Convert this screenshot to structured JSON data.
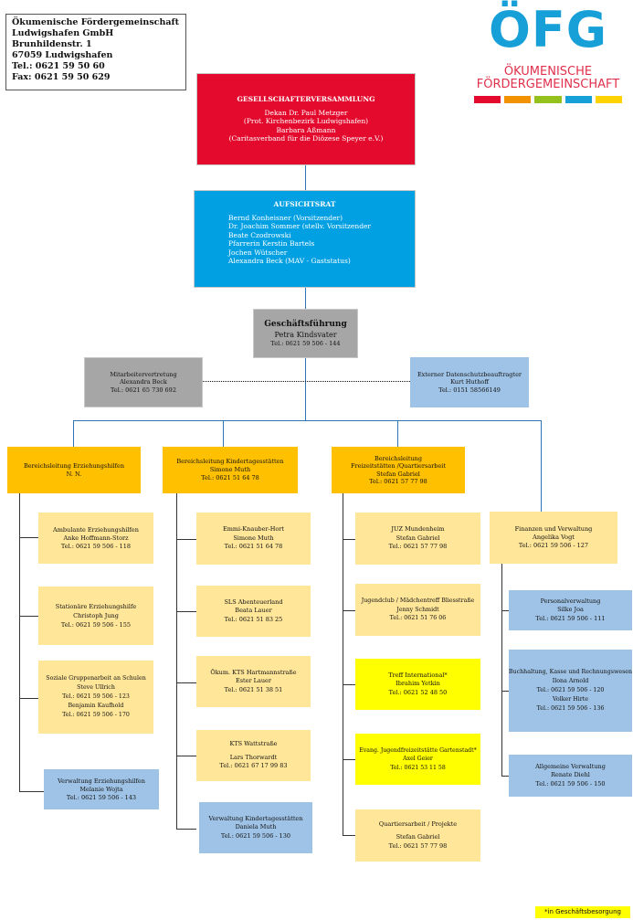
{
  "address": {
    "lines": [
      "Ökumenische Fördergemeinschaft",
      "Ludwigshafen GmbH",
      "Brunhildenstr. 1",
      "67059 Ludwigshafen",
      "Tel.: 0621 59 50 60",
      "Fax: 0621 59 50 629"
    ]
  },
  "logo": {
    "word": "ÖFG",
    "sub1": "ÖKUMENISCHE",
    "sub2": "FÖRDERGEMEINSCHAFT",
    "stripe_colors": [
      "#e30a2d",
      "#f39200",
      "#95c11f",
      "#17a0d8",
      "#ffd200"
    ]
  },
  "colors": {
    "red": "#e30a2d",
    "blue": "#00a0e3",
    "gray": "#a6a6a6",
    "light_blue": "#9fc3e6",
    "orange": "#ffc000",
    "light_orange": "#ffe699",
    "yellow": "#ffff00",
    "connector": "#2e75b6"
  },
  "gesellschafter": {
    "title": "GESELLSCHAFTERVERSAMMLUNG",
    "lines": [
      "Dekan Dr. Paul Metzger",
      "(Prot. Kirchenbezirk Ludwigshafen)",
      "Barbara Aßmann",
      "(Caritasverband für die Diözese Speyer e.V.)"
    ]
  },
  "aufsichtsrat": {
    "title": "AUFSICHTSRAT",
    "lines": [
      "Bernd Konheisner (Vorsitzender)",
      "Dr. Joachim Sommer (stellv. Vorsitzender",
      "Beate Czodrowski",
      "Pfarrerin Kerstin Bartels",
      "Jochen Wütscher",
      "Alexandra Beck (MAV - Gaststatus)"
    ]
  },
  "geschaeftsfuehrung": {
    "title": "Geschäftsführung",
    "name": "Petra Kindsvater",
    "tel": "Tel.: 0621 59 506 - 144"
  },
  "mav": {
    "title": "Mitarbeitervertretung",
    "name": "Alexandra Beck",
    "tel": "Tel.: 0621 65 730 692"
  },
  "datenschutz": {
    "title": "Externer Datenschutzbeauftragter",
    "name": "Kurt Huthoff",
    "tel": "Tel.: 0151 58566149"
  },
  "bereich_ez": {
    "title": "Bereichsleitung Erziehungshilfen",
    "name": "N. N."
  },
  "bereich_kita": {
    "title": "Bereichsleitung Kindertagesstätten",
    "name": "Simone Muth",
    "tel": "Tel.: 0621 51 64 78"
  },
  "bereich_frei": {
    "title1": "Bereichsleitung",
    "title2": "Freizeitstätten /Quartiersarbeit",
    "name": "Stefan Gabriel",
    "tel": "Tel.: 0621 57 77 98"
  },
  "finanzen": {
    "title": "Finanzen und Verwaltung",
    "name": "Angelika Vogt",
    "tel": "Tel.: 0621 59 506 - 127"
  },
  "col_ez": [
    {
      "title": "Ambulante Erziehungshilfen",
      "name": "Anke Hoffmann-Storz",
      "tel": "Tel.: 0621 59 506 - 118"
    },
    {
      "title": "Stationäre Erziehungshilfe",
      "name": "Christoph Jung",
      "tel": "Tel.: 0621 59 506 - 155"
    },
    {
      "title": "Soziale Gruppenarbeit an Schulen",
      "name": "Steve Ullrich",
      "tel": "Tel.: 0621 59 506 - 123",
      "name2": "Benjamin Kaufhold",
      "tel2": "Tel.: 0621 59 506 - 170"
    },
    {
      "title": "Verwaltung Erziehungshilfen",
      "name": "Melanie Wojta",
      "tel": "Tel.: 0621 59 506 - 143"
    }
  ],
  "col_kita": [
    {
      "title": "Emmi-Knauber-Hort",
      "name": "Simone Muth",
      "tel": "Tel.: 0621 51 64 78"
    },
    {
      "title": "SLS Abenteuerland",
      "name": "Beata Lauer",
      "tel": "Tel.: 0621 51 83 25"
    },
    {
      "title": "Ökum. KTS Hartmannstraße",
      "name": "Ester Lauer",
      "tel": "Tel.: 0621 51 38 51"
    },
    {
      "title": "KTS Wattstraße",
      "name": "Lars Thorwardt",
      "tel": "Tel.: 0621 67 17 99 83"
    },
    {
      "title": "Verwaltung Kindertagesstätten",
      "name": "Daniela Muth",
      "tel": "Tel.: 0621 59 506 - 130"
    }
  ],
  "col_frei": [
    {
      "title": "JUZ Mundenheim",
      "name": "Stefan Gabriel",
      "tel": "Tel.: 0621 57 77 98"
    },
    {
      "title": "Jugendclub / Mädchentreff Bliesstraße",
      "name": "Jenny Schmidt",
      "tel": "Tel.: 0621 51 76 06"
    },
    {
      "title": "Treff International*",
      "name": "Ibrahim Yetkin",
      "tel": "Tel.: 0621 52 48 50"
    },
    {
      "title": "Evang. Jugendfreizeitstätte Gartenstadt*",
      "name": "Axel Geier",
      "tel": "Tel.: 0621 53 11 58"
    },
    {
      "title": "Quartiersarbeit / Projekte",
      "name": "Stefan Gabriel",
      "tel": "Tel.: 0621 57 77 98"
    }
  ],
  "col_fin": [
    {
      "title": "Personalverwaltung",
      "name": "Silke Joa",
      "tel": "Tel.: 0621 59 506 - 111"
    },
    {
      "title": "Buchhaltung, Kasse und Rechnungswesen",
      "name": "Ilona Arnold",
      "tel": "Tel.: 0621 59 506 - 120",
      "name2": "Volker Hirte",
      "tel2": "Tel.: 0621 59 506 - 136"
    },
    {
      "title": "Allgemeine Verwaltung",
      "name": "Renate Diehl",
      "tel": "Tel.: 0621 59 506 - 150"
    }
  ],
  "footnote": "*in Geschäftsbesorgung"
}
